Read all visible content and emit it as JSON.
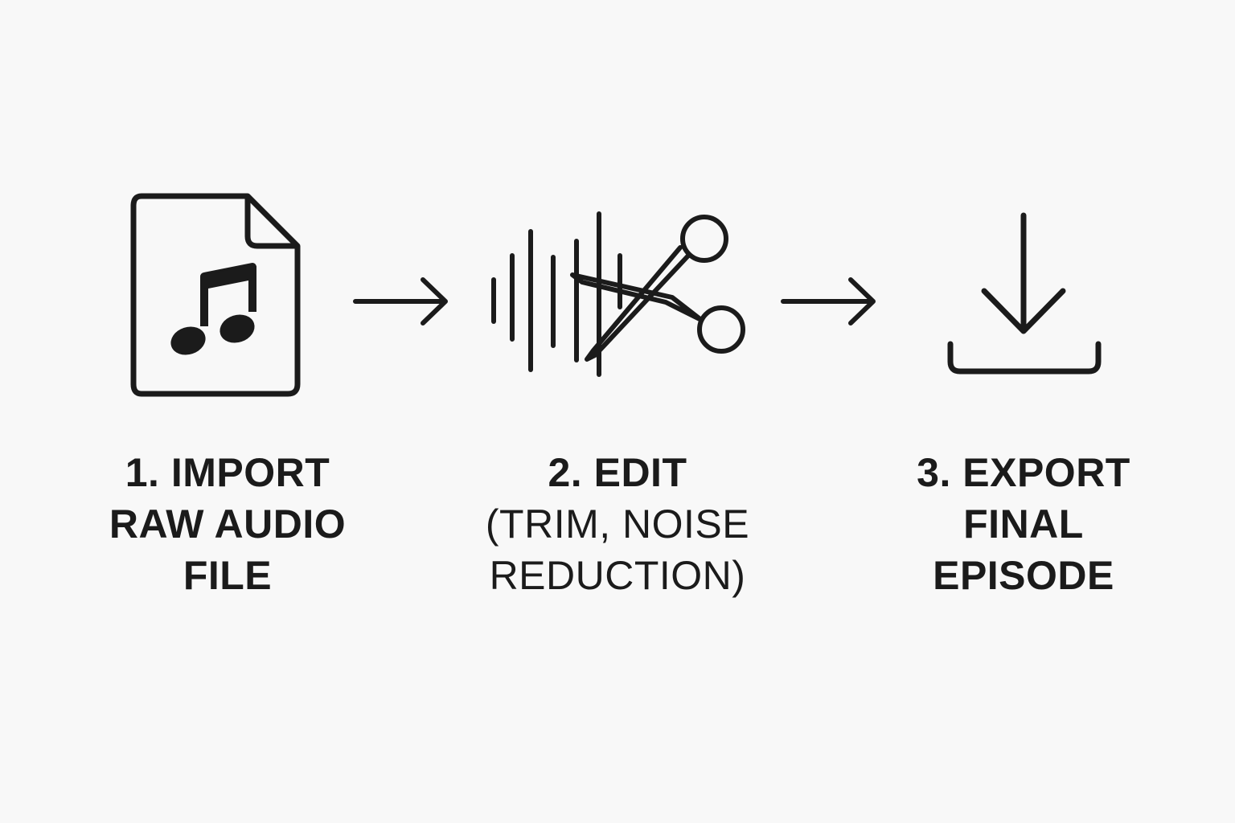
{
  "steps": [
    {
      "icon": "music-file-icon",
      "title": "1. IMPORT",
      "lines": [
        "RAW AUDIO",
        "FILE"
      ]
    },
    {
      "icon": "waveform-scissors-icon",
      "title": "2. EDIT",
      "lines": [
        "(TRIM, NOISE",
        "REDUCTION)"
      ]
    },
    {
      "icon": "download-icon",
      "title": "3. EXPORT",
      "lines": [
        "FINAL",
        "EPISODE"
      ]
    }
  ],
  "connectors": [
    "arrow-right-icon",
    "arrow-right-icon"
  ],
  "colors": {
    "background": "#f8f8f8",
    "ink": "#1b1b1b"
  }
}
